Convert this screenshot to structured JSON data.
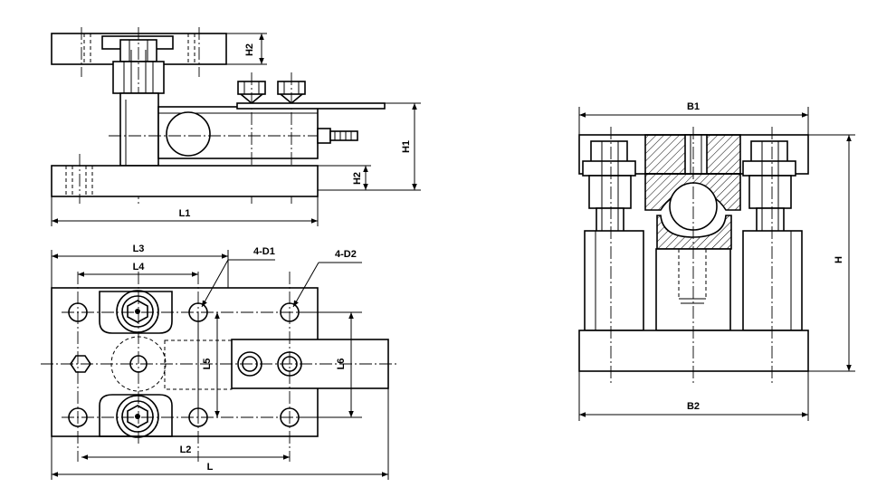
{
  "labels": {
    "H2_top": "H2",
    "H2_bottom": "H2",
    "H1": "H1",
    "L1": "L1",
    "L3": "L3",
    "L4": "L4",
    "D1": "4-D1",
    "D2": "4-D2",
    "L5": "L5",
    "L6": "L6",
    "L2": "L2",
    "L": "L",
    "B1": "B1",
    "B2": "B2",
    "H": "H"
  }
}
